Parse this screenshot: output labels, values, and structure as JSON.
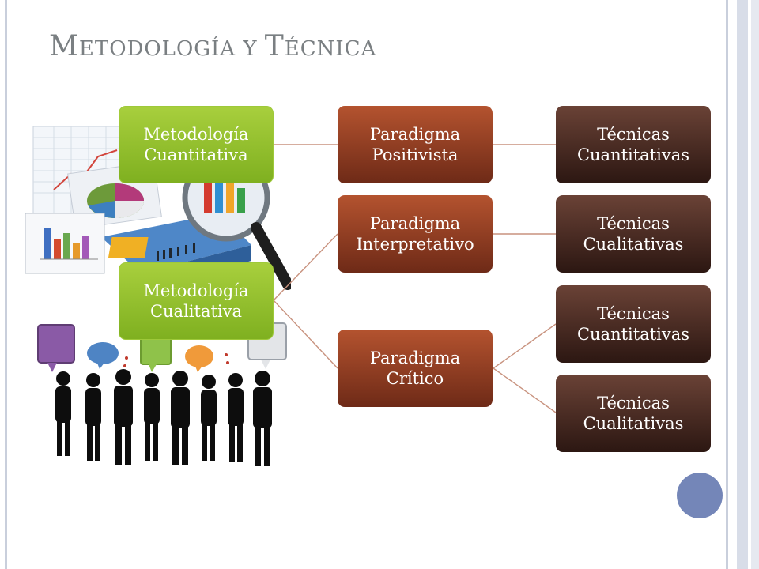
{
  "slide": {
    "title_parts": [
      "M",
      "ETODOLOGÍA Y ",
      "T",
      "ÉCNICA"
    ]
  },
  "diagram": {
    "metodologia_cuantitativa": "Metodología Cuantitativa",
    "metodologia_cualitativa": "Metodología Cualitativa",
    "paradigma_positivista": "Paradigma Positivista",
    "paradigma_interpretativo": "Paradigma Interpretativo",
    "paradigma_critico": "Paradigma Crítico",
    "tecnicas_cuantitativas_1": "Técnicas Cuantitativas",
    "tecnicas_cualitativas_1": "Técnicas Cualitativas",
    "tecnicas_cuantitativas_2": "Técnicas Cuantitativas",
    "tecnicas_cualitativas_2": "Técnicas Cualitativas"
  },
  "colors": {
    "metodologia": "#94c232",
    "paradigma": "#8e3a20",
    "tecnica": "#4a2a22",
    "connector": "#c8927e",
    "accent_circle": "#7486b8"
  }
}
